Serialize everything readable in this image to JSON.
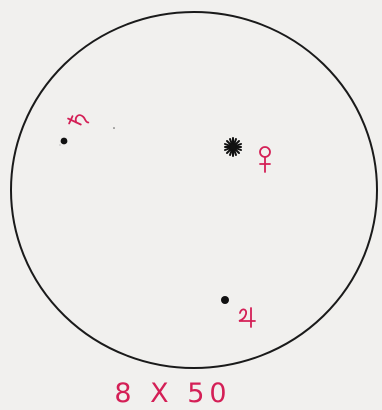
{
  "sketch": {
    "paper_color": "#f1f0ee",
    "ink_color": "#1a1a1a",
    "annotation_color": "#d41f56",
    "caption": "8 X 50",
    "objects": [
      {
        "id": "dot-upper-left",
        "kind": "dot",
        "label_symbol": "♄",
        "label_icon": "saturn-symbol-icon"
      },
      {
        "id": "star-center",
        "kind": "star",
        "label_symbol": "♀",
        "label_icon": "venus-symbol-icon"
      },
      {
        "id": "dot-lower",
        "kind": "dot",
        "label_symbol": "♃",
        "label_icon": "jupiter-symbol-icon"
      }
    ]
  }
}
